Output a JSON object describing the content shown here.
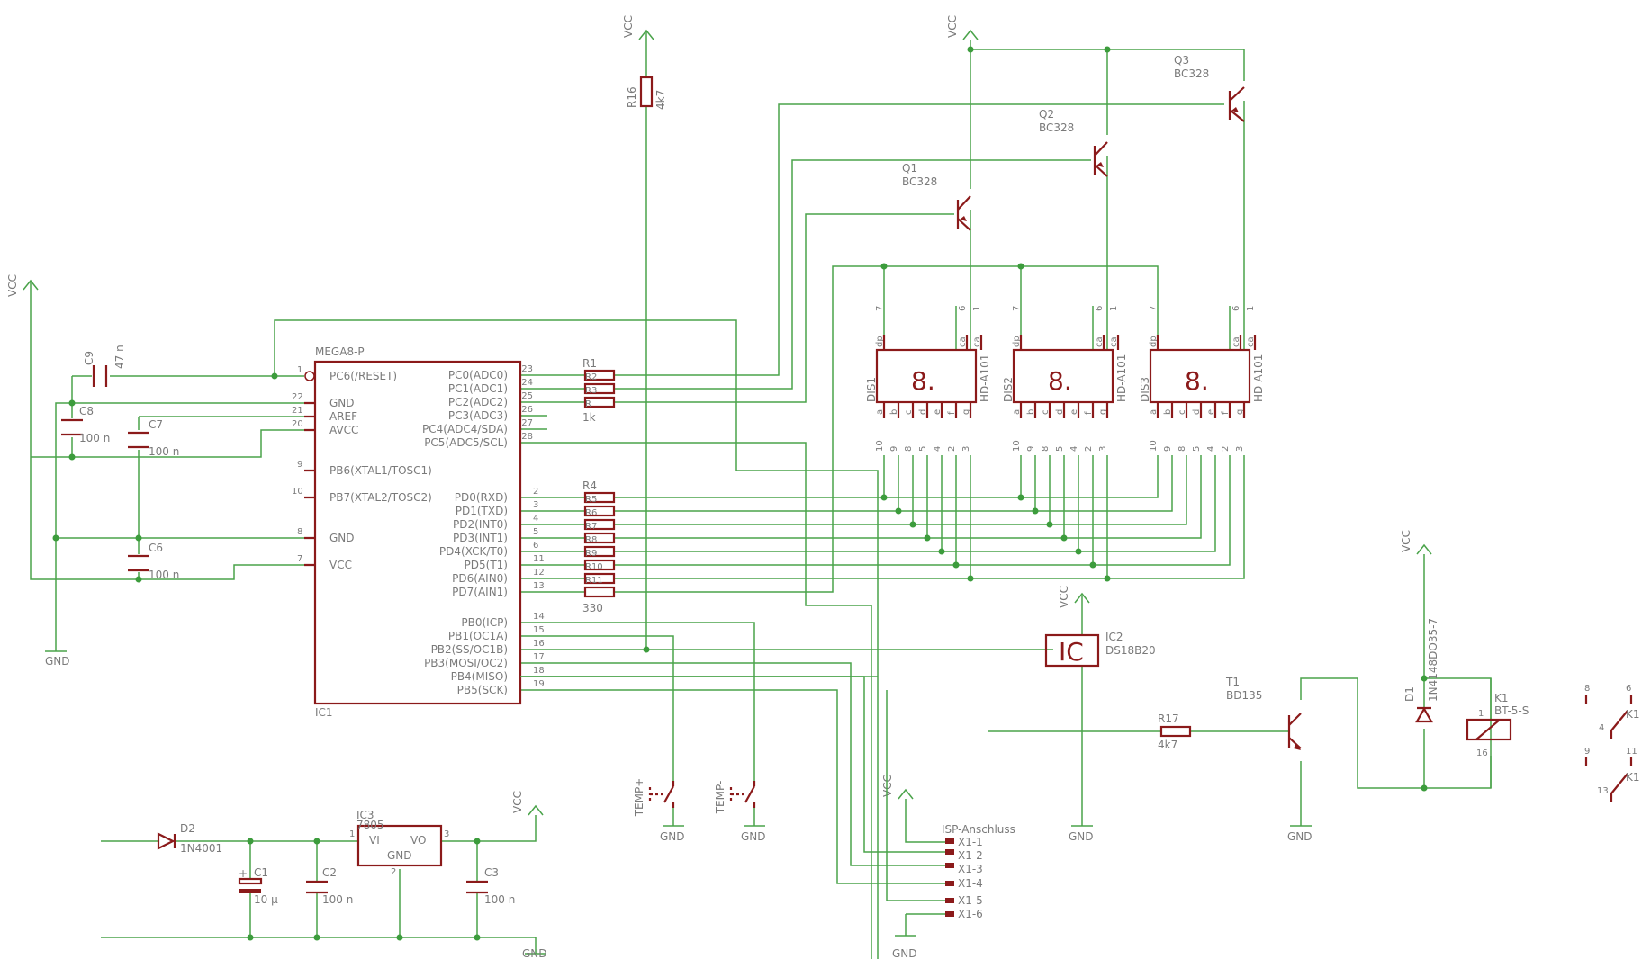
{
  "mcu": {
    "name": "MEGA8-P",
    "ref": "IC1",
    "left_pins": [
      {
        "num": "1",
        "label": "PC6(/RESET)"
      },
      {
        "num": "22",
        "label": "GND"
      },
      {
        "num": "21",
        "label": "AREF"
      },
      {
        "num": "20",
        "label": "AVCC"
      },
      {
        "num": "9",
        "label": "PB6(XTAL1/TOSC1)"
      },
      {
        "num": "10",
        "label": "PB7(XTAL2/TOSC2)"
      },
      {
        "num": "8",
        "label": "GND"
      },
      {
        "num": "7",
        "label": "VCC"
      }
    ],
    "right_pins_c": [
      {
        "num": "23",
        "label": "PC0(ADC0)"
      },
      {
        "num": "24",
        "label": "PC1(ADC1)"
      },
      {
        "num": "25",
        "label": "PC2(ADC2)"
      },
      {
        "num": "26",
        "label": "PC3(ADC3)"
      },
      {
        "num": "27",
        "label": "PC4(ADC4/SDA)"
      },
      {
        "num": "28",
        "label": "PC5(ADC5/SCL)"
      }
    ],
    "right_pins_d": [
      {
        "num": "2",
        "label": "PD0(RXD)"
      },
      {
        "num": "3",
        "label": "PD1(TXD)"
      },
      {
        "num": "4",
        "label": "PD2(INT0)"
      },
      {
        "num": "5",
        "label": "PD3(INT1)"
      },
      {
        "num": "6",
        "label": "PD4(XCK/T0)"
      },
      {
        "num": "11",
        "label": "PD5(T1)"
      },
      {
        "num": "12",
        "label": "PD6(AIN0)"
      },
      {
        "num": "13",
        "label": "PD7(AIN1)"
      }
    ],
    "right_pins_b": [
      {
        "num": "14",
        "label": "PB0(ICP)"
      },
      {
        "num": "15",
        "label": "PB1(OC1A)"
      },
      {
        "num": "16",
        "label": "PB2(SS/OC1B)"
      },
      {
        "num": "17",
        "label": "PB3(MOSI/OC2)"
      },
      {
        "num": "18",
        "label": "PB4(MISO)"
      },
      {
        "num": "19",
        "label": "PB5(SCK)"
      }
    ]
  },
  "resistor_arrays": {
    "top": {
      "refs": [
        "R1",
        "R2",
        "R3",
        "R"
      ],
      "value": "1k"
    },
    "bottom": {
      "refs": [
        "R4",
        "R5",
        "R6",
        "R7",
        "R8",
        "R9",
        "R10",
        "R11"
      ],
      "value": "330"
    }
  },
  "capacitors": {
    "c9": {
      "ref": "C9",
      "value": "47 n"
    },
    "c8": {
      "ref": "C8",
      "value": "100 n"
    },
    "c7": {
      "ref": "C7",
      "value": "100 n"
    },
    "c6": {
      "ref": "C6",
      "value": "100 n"
    },
    "c1": {
      "ref": "C1",
      "value": "10 µ"
    },
    "c2": {
      "ref": "C2",
      "value": "100 n"
    },
    "c3": {
      "ref": "C3",
      "value": "100 n"
    }
  },
  "r16": {
    "ref": "R16",
    "value": "4k7"
  },
  "r17": {
    "ref": "R17",
    "value": "4k7"
  },
  "transistors": {
    "q1": {
      "ref": "Q1",
      "value": "BC328"
    },
    "q2": {
      "ref": "Q2",
      "value": "BC328"
    },
    "q3": {
      "ref": "Q3",
      "value": "BC328"
    },
    "t1": {
      "ref": "T1",
      "value": "BD135"
    }
  },
  "displays": {
    "refs": [
      "DIS1",
      "DIS2",
      "DIS3"
    ],
    "value": "HD-A101",
    "digit": "8.",
    "top_pins": [
      "7",
      "6",
      "1"
    ],
    "top_labels": [
      "dp",
      "ca",
      "ca"
    ],
    "bottom_labels": [
      "a",
      "b",
      "c",
      "d",
      "e",
      "f",
      "g"
    ],
    "bottom_pins": [
      "10",
      "9",
      "8",
      "5",
      "4",
      "2",
      "3"
    ]
  },
  "sensor": {
    "ref": "IC2",
    "value": "DS18B20",
    "symbol": "IC"
  },
  "regulator": {
    "ref": "IC3",
    "value": "7805",
    "vi": "VI",
    "vo": "VO",
    "gnd": "GND",
    "pin1": "1",
    "pin2": "2",
    "pin3": "3"
  },
  "diodes": {
    "d2": {
      "ref": "D2",
      "value": "1N4001"
    },
    "d1": {
      "ref": "D1",
      "value": "1N4148DO35-7"
    }
  },
  "relay": {
    "ref": "K1",
    "value": "BT-5-S",
    "pin1": "1",
    "pin16": "16",
    "contact_ref": "K1",
    "contacts": [
      {
        "a": "8",
        "b": "6",
        "c": "4"
      },
      {
        "a": "9",
        "b": "11",
        "c": "13"
      }
    ]
  },
  "buttons": {
    "plus": "TEMP+",
    "minus": "TEMP-"
  },
  "isp": {
    "title": "ISP-Anschluss",
    "pins": [
      "X1-1",
      "X1-2",
      "X1-3",
      "X1-4",
      "X1-5",
      "X1-6"
    ]
  },
  "power": {
    "vcc": "VCC",
    "gnd": "GND"
  }
}
